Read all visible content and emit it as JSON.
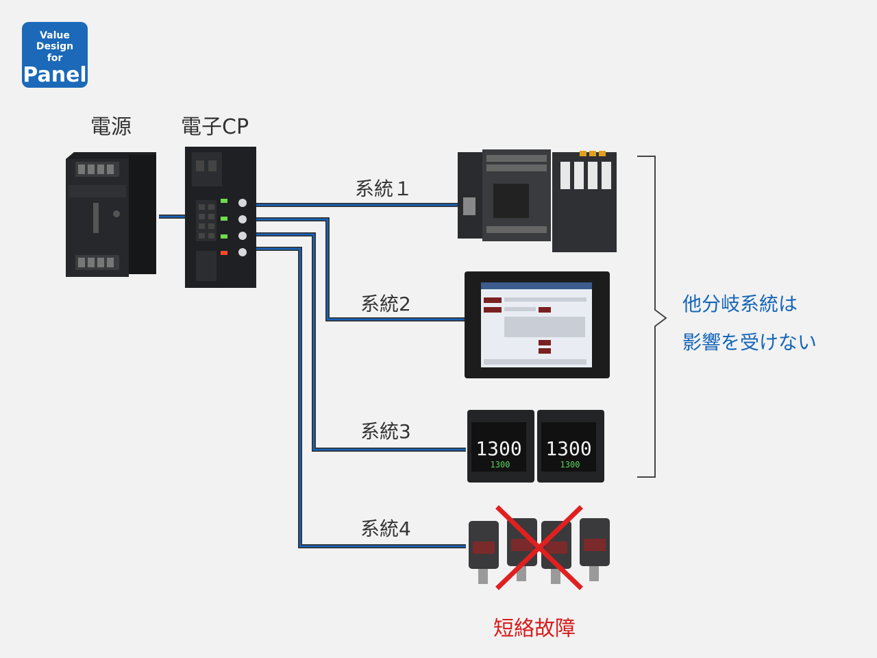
{
  "logo": {
    "line1": "Value Design",
    "line2": "for",
    "line3": "Panel"
  },
  "labels": {
    "power_supply": "電源",
    "electronic_cp": "電子CP",
    "system1": "系統１",
    "system2": "系統2",
    "system3": "系統3",
    "system4": "系統4",
    "note_line1": "他分岐系統は",
    "note_line2": "影響を受けない",
    "fault": "短絡故障"
  },
  "colors": {
    "wire_blue": "#1565c0",
    "wire_dark": "#333333",
    "note_blue": "#1565b8",
    "fault_red": "#d81b1b",
    "logo_blue": "#1b69b8",
    "background": "#f2f2f2"
  }
}
